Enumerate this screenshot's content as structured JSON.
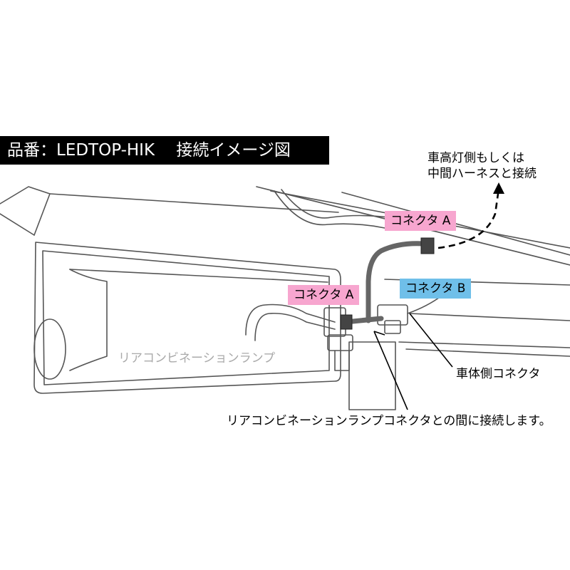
{
  "title": "品番：LEDTOP-HIK　 接続イメージ図",
  "callouts": {
    "headlamp_line1": "車高灯側もしくは",
    "headlamp_line2": "中間ハーネスと接続",
    "vehicle_connector": "車体側コネクタ",
    "connect_between": "リアコンビネーションランプコネクタとの間に接続します。"
  },
  "labels": {
    "connector_a_top": "コネクタ A",
    "connector_a_left": "コネクタ A",
    "connector_b": "コネクタ B",
    "lamp": "リアコンビネーションランプ"
  },
  "colors": {
    "pink": "#f7a6cf",
    "blue": "#6fbfe9",
    "title_bg": "#000000",
    "title_fg": "#ffffff",
    "line_art": "#444444"
  }
}
